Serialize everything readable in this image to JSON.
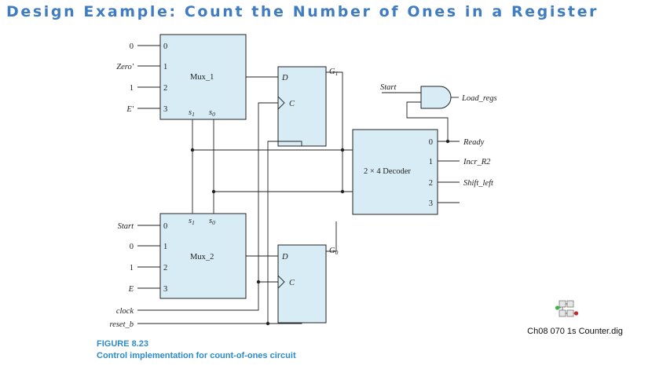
{
  "title": "Design Example: Count the Number of Ones in a Register",
  "figure": {
    "label": "FIGURE 8.23",
    "caption": "Control implementation for count-of-ones circuit"
  },
  "diagram": {
    "mux1": {
      "name": "Mux_1",
      "inputs": [
        {
          "signal": "0",
          "pin": "0"
        },
        {
          "signal": "Zero'",
          "pin": "1"
        },
        {
          "signal": "1",
          "pin": "2"
        },
        {
          "signal": "E'",
          "pin": "3"
        }
      ],
      "select_labels": [
        "s",
        "s"
      ],
      "select_subs": [
        "1",
        "0"
      ]
    },
    "mux2": {
      "name": "Mux_2",
      "inputs": [
        {
          "signal": "Start",
          "pin": "0"
        },
        {
          "signal": "0",
          "pin": "1"
        },
        {
          "signal": "1",
          "pin": "2"
        },
        {
          "signal": "E",
          "pin": "3"
        }
      ],
      "select_labels": [
        "s",
        "s"
      ],
      "select_subs": [
        "1",
        "0"
      ]
    },
    "ff1": {
      "d_label": "D",
      "c_label": "C",
      "q": "G",
      "q_sub": "1"
    },
    "ff0": {
      "d_label": "D",
      "c_label": "C",
      "q": "G",
      "q_sub": "0"
    },
    "decoder": {
      "name": "2 × 4 Decoder",
      "pins": [
        "0",
        "1",
        "2",
        "3"
      ],
      "outputs": [
        "Ready",
        "Incr_R2",
        "Shift_left",
        ""
      ]
    },
    "and_gate": {
      "input": "Start",
      "output": "Load_regs"
    },
    "clock": "clock",
    "reset": "reset_b"
  },
  "file_widget": {
    "icon": "circuit-file-icon",
    "name": "Ch08 070 1s Counter.dig"
  }
}
